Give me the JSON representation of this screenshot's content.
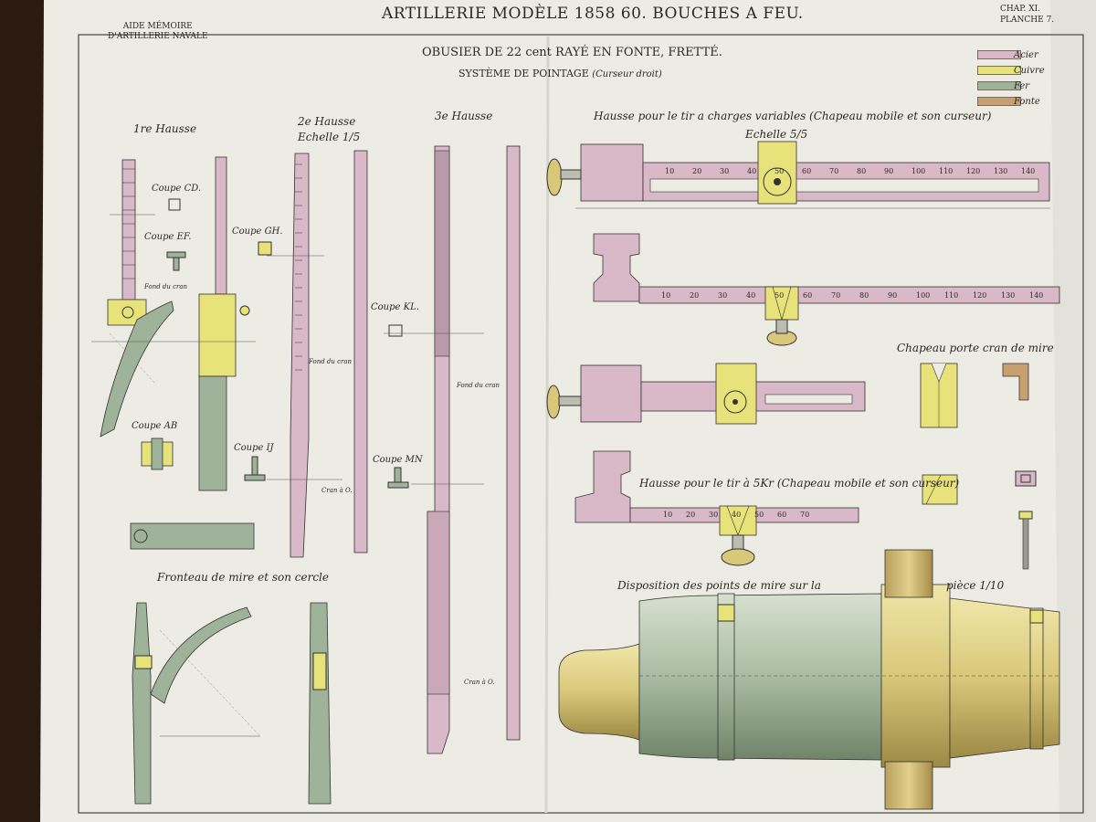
{
  "header": {
    "main_title": "ARTILLERIE MODÈLE 1858 60. BOUCHES A FEU.",
    "aide_memoire_line1": "AIDE MÉMOIRE",
    "aide_memoire_line2": "D'ARTILLERIE NAVALE",
    "chap": "CHAP. XI.",
    "planche": "PLANCHE 7."
  },
  "plate_title": {
    "line1": "OBUSIER DE 22 cent RAYÉ EN FONTE, FRETTÉ.",
    "line2": "SYSTÈME DE POINTAGE",
    "line2_note": "(Curseur droit)"
  },
  "legend": [
    {
      "label": "Acier",
      "color": "#d9b8c8"
    },
    {
      "label": "Cuivre",
      "color": "#e8e27a"
    },
    {
      "label": "Fer",
      "color": "#9fb39a"
    },
    {
      "label": "Fonte",
      "color": "#c8a070"
    }
  ],
  "section_titles": {
    "hausse1": "1re Hausse",
    "hausse2": "2e Hausse",
    "echelle_15": "Echelle 1/5",
    "hausse3": "3e Hausse",
    "hausse_variable": "Hausse pour le tir a charges variables (Chapeau mobile et son curseur)",
    "echelle_55": "Echelle 5/5",
    "chapeau_porte": "Chapeau porte cran de mire",
    "hausse_5k": "Hausse pour le tir à 5Kr (Chapeau mobile et son curseur)",
    "disposition": "Disposition des points de mire sur la",
    "piece": "pièce 1/10",
    "fronteau": "Fronteau de mire et son cercle"
  },
  "coupes": {
    "cd": "Coupe CD.",
    "ef": "Coupe EF.",
    "gh": "Coupe GH.",
    "ab": "Coupe AB",
    "ij": "Coupe IJ",
    "kl": "Coupe KL.",
    "mn": "Coupe MN"
  },
  "annotations": {
    "fond_du_cran": "Fond du cran",
    "cran_a_o": "Cran à O."
  },
  "scale1": [
    "10",
    "20",
    "30",
    "40",
    "50",
    "60",
    "70",
    "80",
    "90",
    "100",
    "110",
    "120",
    "130",
    "140"
  ],
  "scale2": [
    "10",
    "20",
    "30",
    "40",
    "50",
    "60",
    "70",
    "80",
    "90",
    "100",
    "110",
    "120",
    "130",
    "140"
  ],
  "scale3": [
    "10",
    "20",
    "30",
    "40",
    "50",
    "60",
    "70"
  ]
}
